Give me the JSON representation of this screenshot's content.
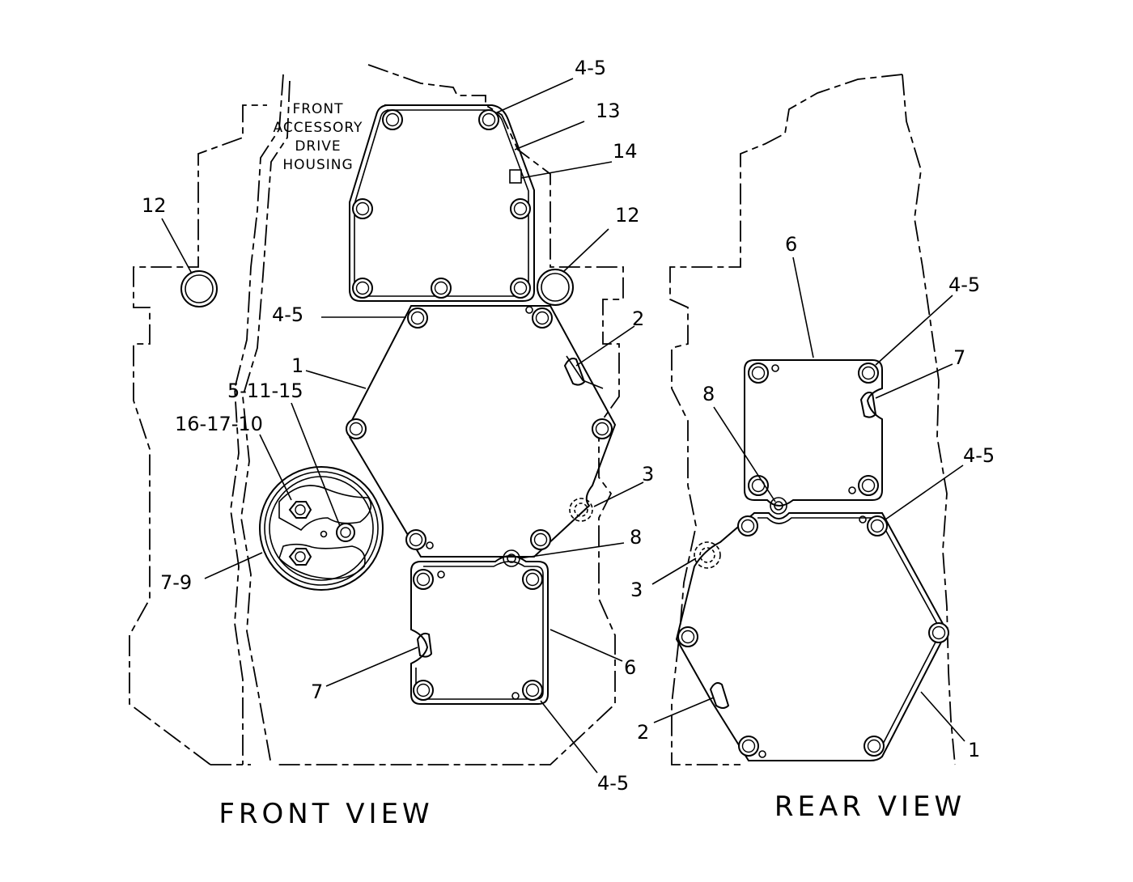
{
  "front_view": {
    "title": "FRONT VIEW",
    "housing_label": [
      "FRONT",
      "ACCESSORY",
      "DRIVE",
      "HOUSING"
    ],
    "callouts": {
      "c12_left": "12",
      "c12_right": "12",
      "c45_top": "4-5",
      "c13": "13",
      "c14": "14",
      "c45_mid": "4-5",
      "c2": "2",
      "c1": "1",
      "c5_11_15": "5-11-15",
      "c16_17_10": "16-17-10",
      "c3": "3",
      "c8": "8",
      "c7_9": "7-9",
      "c6": "6",
      "c7": "7",
      "c45_bottom": "4-5"
    }
  },
  "rear_view": {
    "title": "REAR VIEW",
    "callouts": {
      "c6": "6",
      "c45_upper": "4-5",
      "c7": "7",
      "c8": "8",
      "c45_lower": "4-5",
      "c3": "3",
      "c2": "2",
      "c1": "1"
    }
  }
}
